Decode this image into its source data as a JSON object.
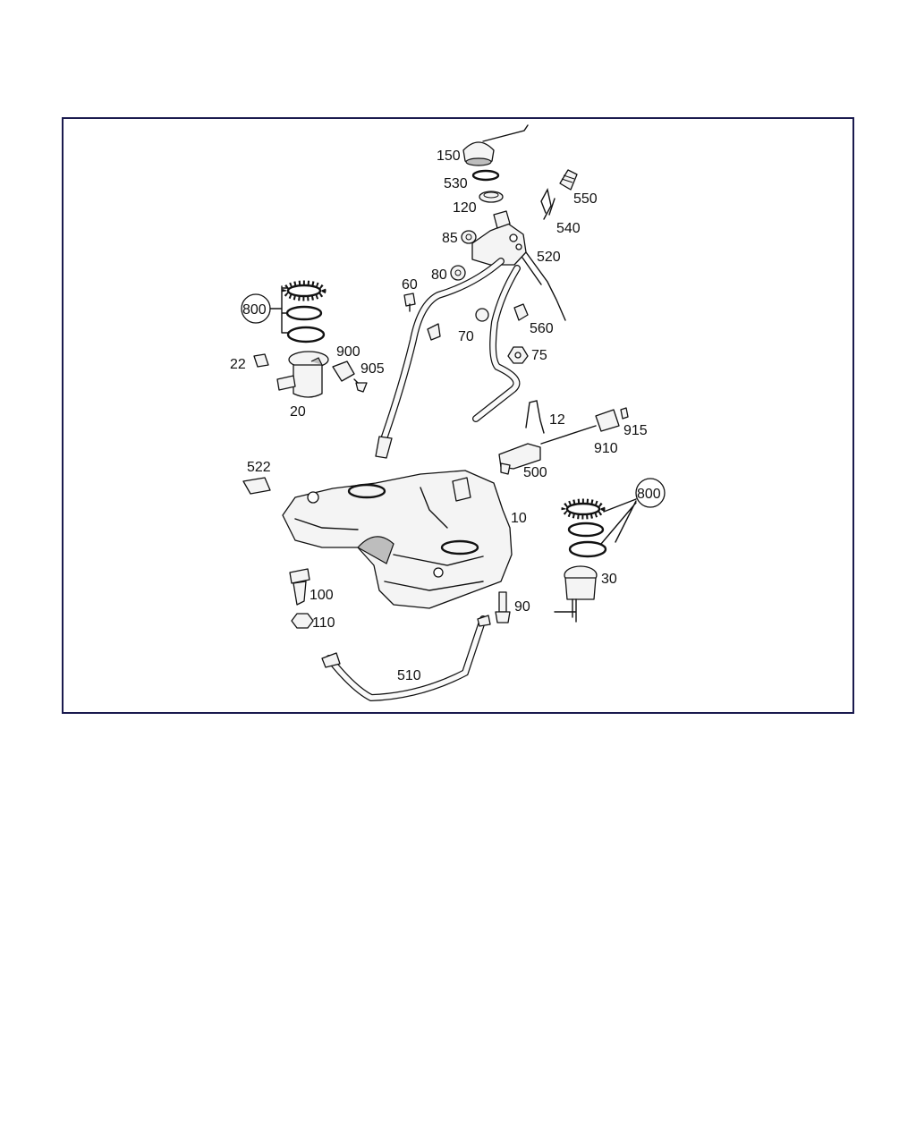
{
  "labels": {
    "p150": "150",
    "p530": "530",
    "p120": "120",
    "p550": "550",
    "p540": "540",
    "p85": "85",
    "p520": "520",
    "p80": "80",
    "p60": "60",
    "p70": "70",
    "p560": "560",
    "p75": "75",
    "p800_left": "800",
    "p900": "900",
    "p22": "22",
    "p905": "905",
    "p20": "20",
    "p12": "12",
    "p915": "915",
    "p910": "910",
    "p500": "500",
    "p522": "522",
    "p800_right": "800",
    "p10": "10",
    "p30": "30",
    "p100": "100",
    "p90": "90",
    "p110": "110",
    "p510": "510"
  }
}
